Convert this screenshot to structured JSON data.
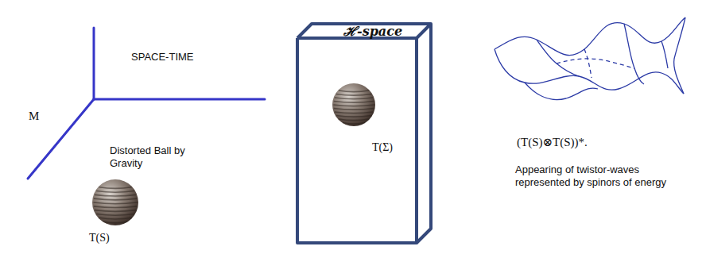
{
  "diagram": {
    "nodes": [
      {
        "text": [
          "ℋ-space",
          "T(Σ)"
        ]
      }
    ],
    "labels": [
      "SPACE-TIME",
      "M",
      "Distorted Ball by Gravity",
      "T(S)",
      "(T(S)⊗T(S))*.",
      "Appearing of twistor-waves represented by spinors of energy"
    ]
  }
}
